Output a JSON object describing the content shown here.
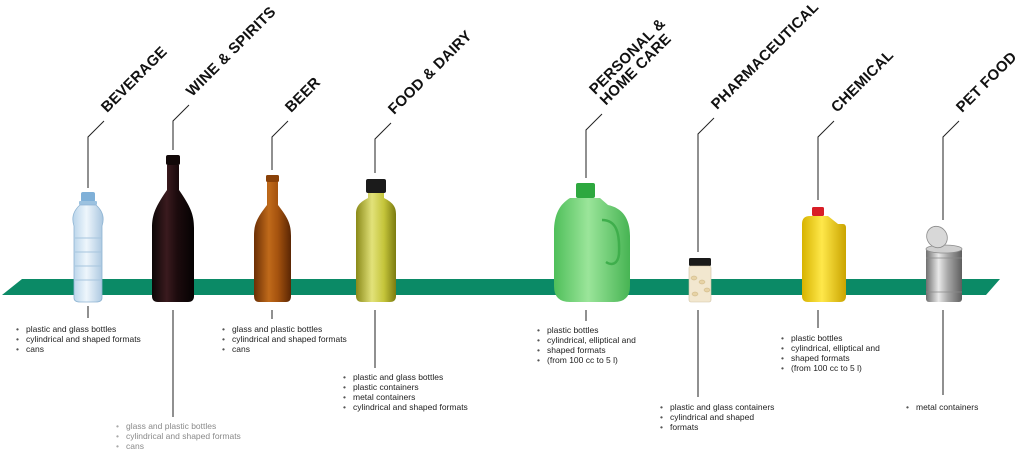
{
  "categories": [
    {
      "id": "beverage",
      "label_lines": [
        "BEVERAGE"
      ],
      "product_icon": "plastic-water-bottle-icon",
      "features": [
        "plastic and glass bottles",
        "cylindrical and shaped formats",
        "cans"
      ]
    },
    {
      "id": "wine",
      "label_lines": [
        "WINE & SPIRITS"
      ],
      "product_icon": "wine-bottle-icon",
      "features": [
        "glass and plastic bottles",
        "cylindrical and shaped formats",
        "cans"
      ]
    },
    {
      "id": "beer",
      "label_lines": [
        "BEER"
      ],
      "product_icon": "beer-bottle-icon",
      "features": [
        "glass and plastic bottles",
        "cylindrical and shaped formats",
        "cans"
      ]
    },
    {
      "id": "food",
      "label_lines": [
        "FOOD & DAIRY"
      ],
      "product_icon": "oil-bottle-icon",
      "features": [
        "plastic and glass bottles",
        "plastic containers",
        "metal containers",
        "cylindrical and shaped formats"
      ]
    },
    {
      "id": "personal",
      "label_lines": [
        "PERSONAL &",
        "HOME CARE"
      ],
      "product_icon": "detergent-jug-icon",
      "features": [
        "plastic bottles",
        "cylindrical, elliptical and",
        "shaped formats",
        "(from 100 cc to 5 l)"
      ]
    },
    {
      "id": "pharma",
      "label_lines": [
        "PHARMACEUTICAL"
      ],
      "product_icon": "pill-jar-icon",
      "features": [
        "plastic and glass containers",
        "cylindrical and shaped",
        "formats"
      ]
    },
    {
      "id": "chemical",
      "label_lines": [
        "CHEMICAL"
      ],
      "product_icon": "chemical-jerrycan-icon",
      "features": [
        "plastic bottles",
        "cylindrical, elliptical and",
        "shaped formats",
        "(from 100 cc to 5 l)"
      ]
    },
    {
      "id": "petfood",
      "label_lines": [
        "PET FOOD"
      ],
      "product_icon": "tin-can-icon",
      "features": [
        "metal containers"
      ]
    }
  ],
  "colors": {
    "band": "#0b8a66",
    "connector": "#222222",
    "label": "#111111",
    "text": "#222222",
    "muted_text": "#8a8a8a"
  }
}
